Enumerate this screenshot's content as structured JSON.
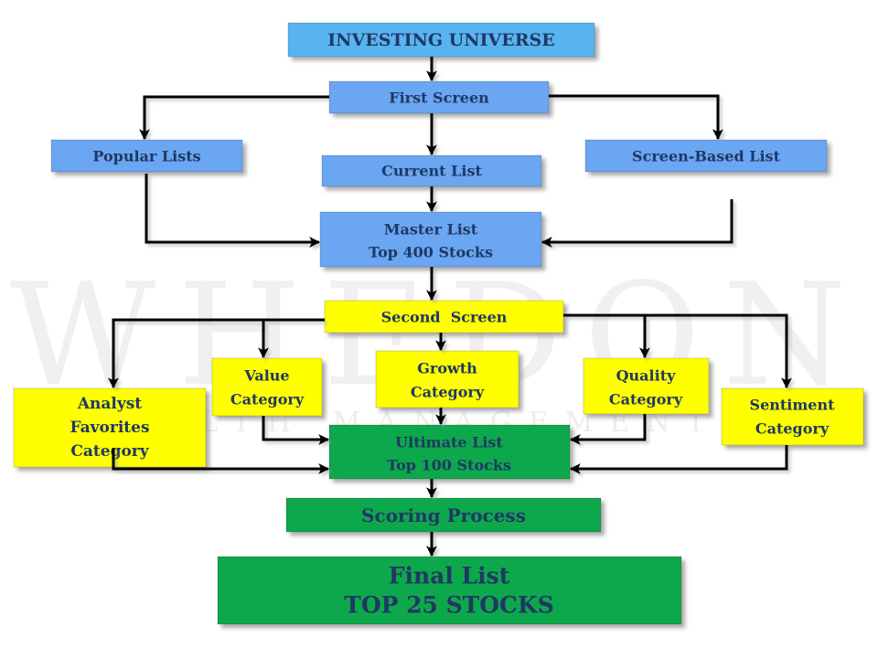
{
  "watermark": {
    "brand": "WHEDON",
    "tagline": "WEALTH MANAGEMENT"
  },
  "colors": {
    "universe": "#58b4f0",
    "blue": "#6aa6f2",
    "yellow": "#ffff00",
    "green": "#0da84b",
    "text": "#1f3864",
    "arrow": "#000000"
  },
  "nodes": {
    "investing_universe": {
      "lines": [
        "INVESTING UNIVERSE"
      ]
    },
    "first_screen": {
      "lines": [
        "First Screen"
      ]
    },
    "popular_lists": {
      "lines": [
        "Popular Lists"
      ]
    },
    "current_list": {
      "lines": [
        "Current List"
      ]
    },
    "screen_based_list": {
      "lines": [
        "Screen-Based List"
      ]
    },
    "master_list": {
      "lines": [
        "Master List",
        "Top 400 Stocks"
      ]
    },
    "second_screen": {
      "lines": [
        "Second  Screen"
      ]
    },
    "value_category": {
      "lines": [
        "Value",
        "Category"
      ]
    },
    "growth_category": {
      "lines": [
        "Growth",
        "Category"
      ]
    },
    "quality_category": {
      "lines": [
        "Quality",
        "Category"
      ]
    },
    "analyst_favorites_category": {
      "lines": [
        "Analyst",
        "Favorites",
        "Category"
      ]
    },
    "sentiment_category": {
      "lines": [
        "Sentiment",
        "Category"
      ]
    },
    "ultimate_list": {
      "lines": [
        "Ultimate List",
        "Top 100 Stocks"
      ]
    },
    "scoring_process": {
      "lines": [
        "Scoring Process"
      ]
    },
    "final_list": {
      "lines": [
        "Final List",
        "TOP 25 STOCKS"
      ]
    }
  }
}
